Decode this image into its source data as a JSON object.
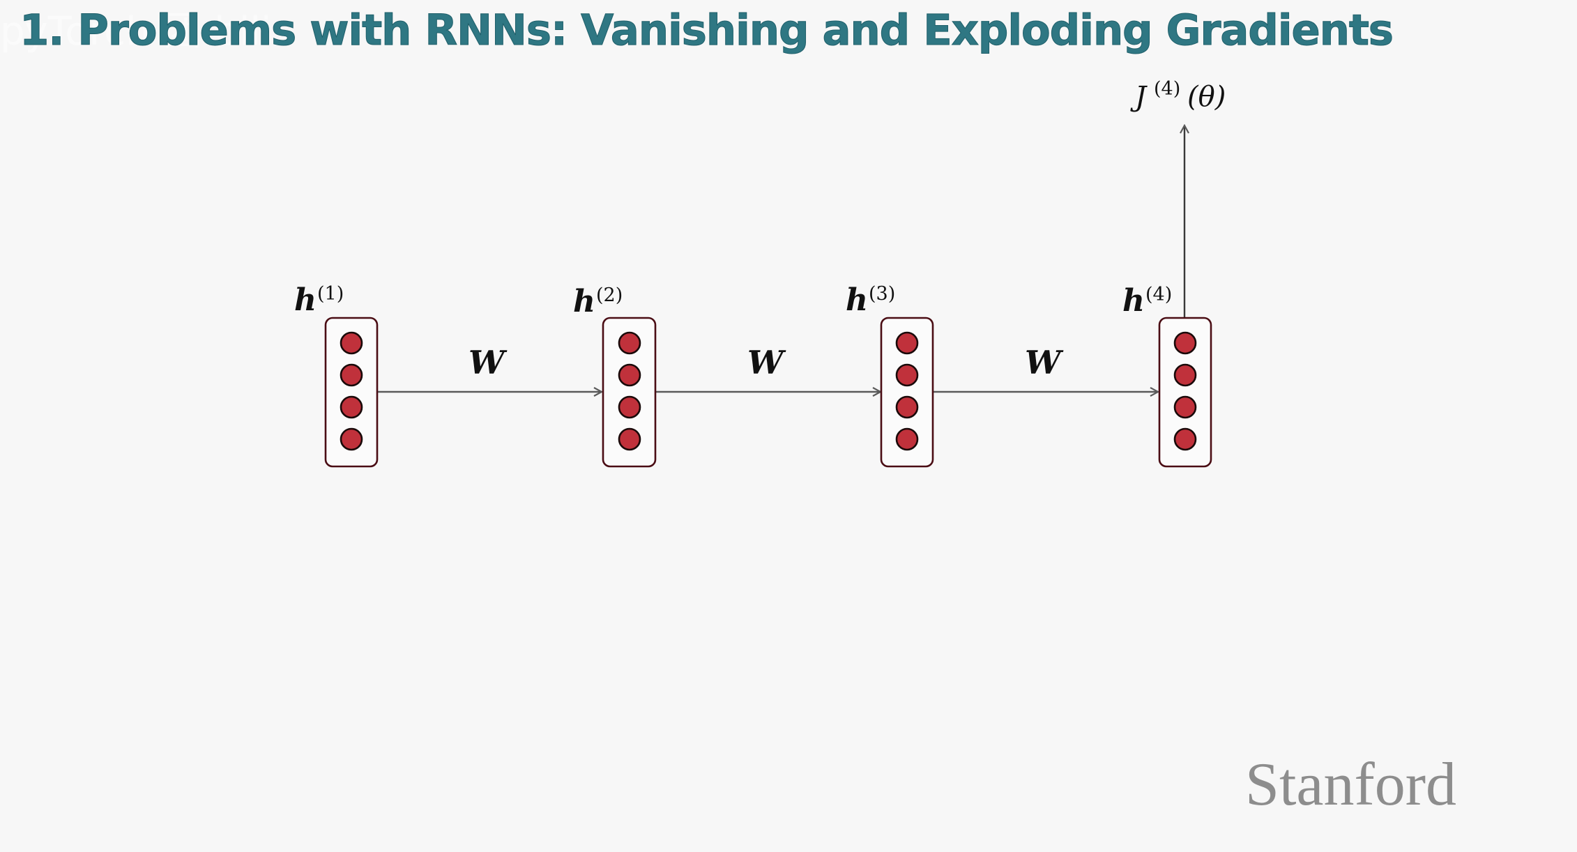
{
  "slide": {
    "title": "1. Problems with RNNs: Vanishing and Exploding Gradients",
    "watermark": "pyTorch 团 bili",
    "logo": "Stanford",
    "colors": {
      "background": "#f7f7f7",
      "title": "#2f7783",
      "box_stroke": "#4a0d14",
      "neuron_fill": "#c0313b",
      "neuron_stroke": "#1a0a0a",
      "arrow": "#5a5a5a",
      "logo": "#8d8d8d"
    }
  },
  "diagram": {
    "type": "unrolled-rnn-hidden-states",
    "hidden_states": [
      {
        "base": "h",
        "superscript": "(1)",
        "neurons": 4
      },
      {
        "base": "h",
        "superscript": "(2)",
        "neurons": 4
      },
      {
        "base": "h",
        "superscript": "(3)",
        "neurons": 4
      },
      {
        "base": "h",
        "superscript": "(4)",
        "neurons": 4
      }
    ],
    "edges": [
      {
        "from": 1,
        "to": 2,
        "label": "W"
      },
      {
        "from": 2,
        "to": 3,
        "label": "W"
      },
      {
        "from": 3,
        "to": 4,
        "label": "W"
      }
    ],
    "output": {
      "from": 4,
      "base": "J",
      "superscript": "(4)",
      "argument": "(θ)"
    }
  }
}
